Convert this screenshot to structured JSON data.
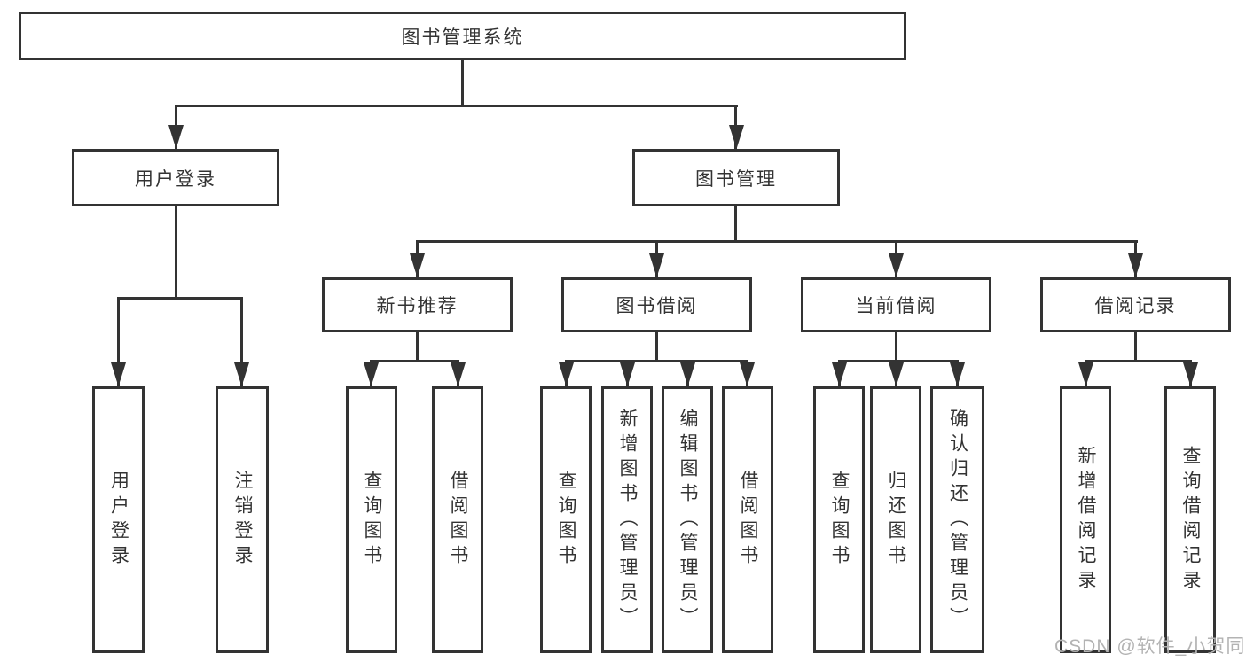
{
  "diagram": {
    "root": {
      "label": "图书管理系统"
    },
    "branches": [
      {
        "label": "用户登录",
        "children": [
          "用户登录",
          "注销登录"
        ]
      },
      {
        "label": "图书管理",
        "sections": [
          {
            "label": "新书推荐",
            "children": [
              "查询图书",
              "借阅图书"
            ]
          },
          {
            "label": "图书借阅",
            "children": [
              "查询图书",
              "新增图书（管理员）",
              "编辑图书（管理员）",
              "借阅图书"
            ]
          },
          {
            "label": "当前借阅",
            "children": [
              "查询图书",
              "归还图书",
              "确认归还（管理员）"
            ]
          },
          {
            "label": "借阅记录",
            "children": [
              "新增借阅记录",
              "查询借阅记录"
            ]
          }
        ]
      }
    ],
    "watermark": "CSDN @软件_小贺同学",
    "colors": {
      "line": "#333333",
      "text": "#333333",
      "watermark": "#b3b3b3"
    }
  }
}
